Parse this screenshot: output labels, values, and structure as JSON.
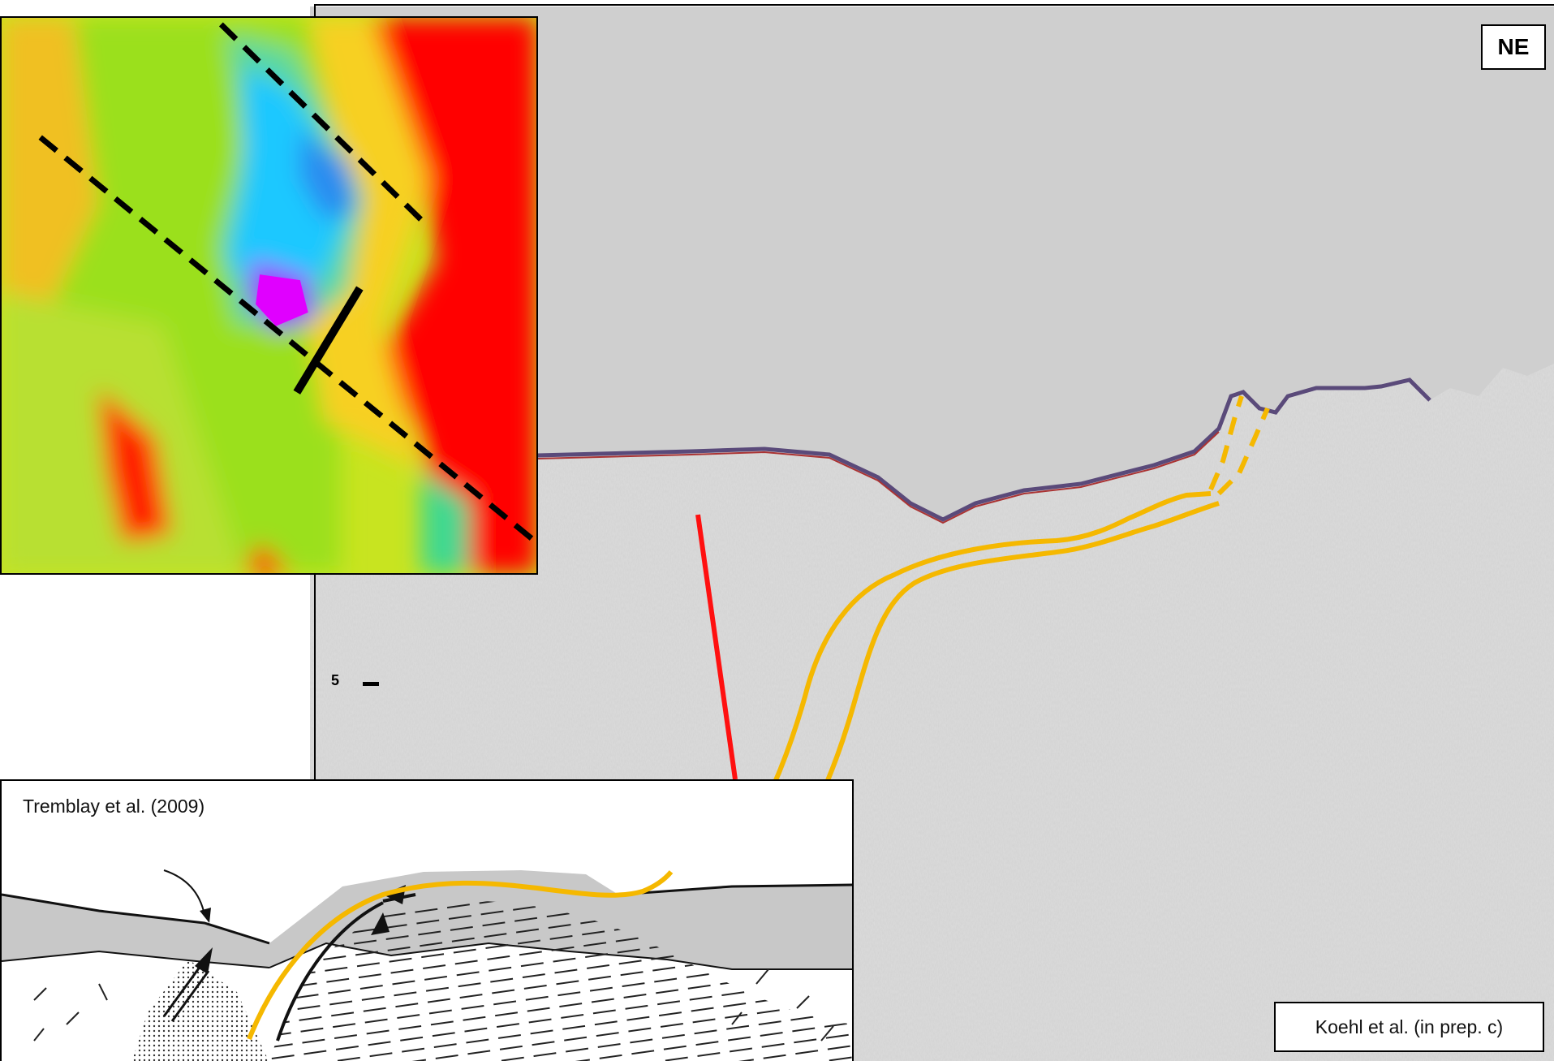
{
  "seismic": {
    "direction_label": "NE",
    "depth_tick_label": "5",
    "reference": "Koehl et al. (in prep. c)",
    "colors": {
      "water": "#cfcfcf",
      "sediment": "#dadada",
      "fault": "#ff1010",
      "interpreted_horizon": "#f5b800"
    }
  },
  "map_inset": {
    "colors": {
      "high": "#ff0000",
      "mid": "#9be01a",
      "low": "#1ec8ff",
      "lowest": "#e000ff",
      "traces": "#000000"
    }
  },
  "sketch_inset": {
    "caption": "Tremblay et al. (2009)",
    "colors": {
      "water": "#c8c8c8",
      "fault": "#f5b800"
    }
  }
}
